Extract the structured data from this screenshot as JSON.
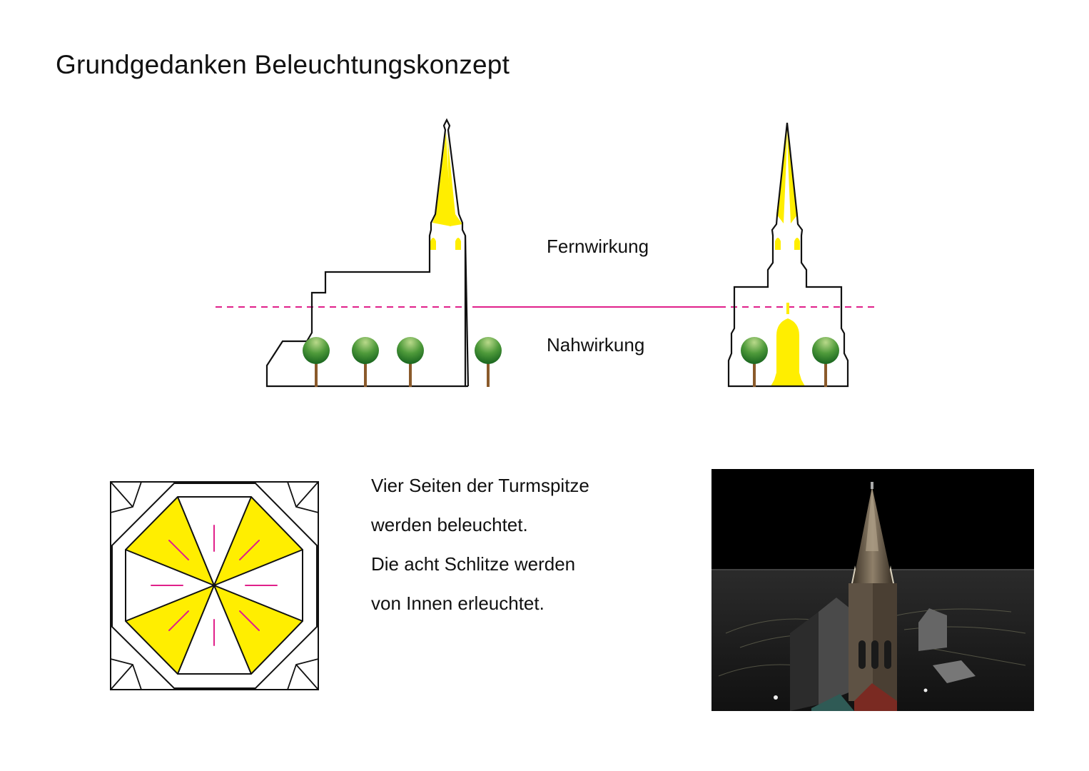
{
  "page": {
    "title": "Grundgedanken Beleuchtungskonzept"
  },
  "elevation": {
    "label_far": "Fernwirkung",
    "label_near": "Nahwirkung"
  },
  "description": {
    "lines": [
      "Vier Seiten der Turmspitze",
      "werden beleuchtet.",
      "Die acht Schlitze werden",
      "von Innen erleuchtet."
    ]
  },
  "colors": {
    "light": "#ffee00",
    "divider": "#e0208a",
    "outline": "#111111",
    "tree_crown_top": "#b9d98a",
    "tree_crown_bottom": "#1f6b22",
    "tree_trunk": "#8a5a2b",
    "render_background": "#000000"
  }
}
